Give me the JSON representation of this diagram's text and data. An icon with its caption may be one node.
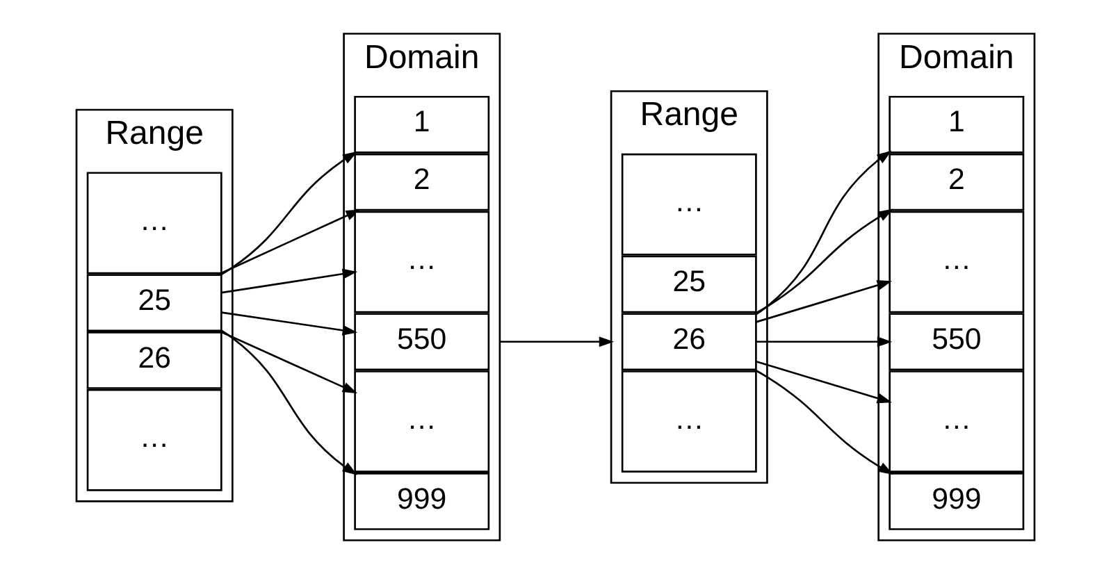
{
  "diagram": {
    "nodes": [
      {
        "text": [
          "Range"
        ]
      },
      {
        "text": [
          "…"
        ],
        "in": 0
      },
      {
        "text": [
          "25"
        ],
        "in": 0
      },
      {
        "text": [
          "26"
        ],
        "in": 0
      },
      {
        "text": [
          "…"
        ],
        "in": 0
      },
      {
        "text": [
          "Domain"
        ]
      },
      {
        "text": [
          "1"
        ],
        "in": 5
      },
      {
        "text": [
          "2"
        ],
        "in": 5
      },
      {
        "text": [
          "…"
        ],
        "in": 5
      },
      {
        "text": [
          "550"
        ],
        "in": 5
      },
      {
        "text": [
          "…"
        ],
        "in": 5
      },
      {
        "text": [
          "999"
        ],
        "in": 5
      },
      {
        "text": [
          "Range"
        ]
      },
      {
        "text": [
          "…"
        ],
        "in": 12
      },
      {
        "text": [
          "25"
        ],
        "in": 12
      },
      {
        "text": [
          "26"
        ],
        "in": 12
      },
      {
        "text": [
          "…"
        ],
        "in": 12
      },
      {
        "text": [
          "Domain"
        ]
      },
      {
        "text": [
          "1"
        ],
        "in": 17
      },
      {
        "text": [
          "2"
        ],
        "in": 17
      },
      {
        "text": [
          "…"
        ],
        "in": 17
      },
      {
        "text": [
          "550"
        ],
        "in": 17
      },
      {
        "text": [
          "…"
        ],
        "in": 17
      },
      {
        "text": [
          "999"
        ],
        "in": 17
      }
    ],
    "edges": [
      {
        "from": 2,
        "to": 6,
        "arrow": "to"
      },
      {
        "from": 2,
        "to": 7,
        "arrow": "to"
      },
      {
        "from": 2,
        "to": 8,
        "arrow": "to"
      },
      {
        "from": 2,
        "to": 9,
        "arrow": "to"
      },
      {
        "from": 2,
        "to": 10,
        "arrow": "to"
      },
      {
        "from": 2,
        "to": 11,
        "arrow": "to"
      },
      {
        "from": 5,
        "to": 12,
        "arrow": "to"
      },
      {
        "from": 15,
        "to": 18,
        "arrow": "to"
      },
      {
        "from": 15,
        "to": 19,
        "arrow": "to"
      },
      {
        "from": 15,
        "to": 20,
        "arrow": "to"
      },
      {
        "from": 15,
        "to": 21,
        "arrow": "to"
      },
      {
        "from": 15,
        "to": 22,
        "arrow": "to"
      },
      {
        "from": 15,
        "to": 23,
        "arrow": "to"
      }
    ]
  }
}
